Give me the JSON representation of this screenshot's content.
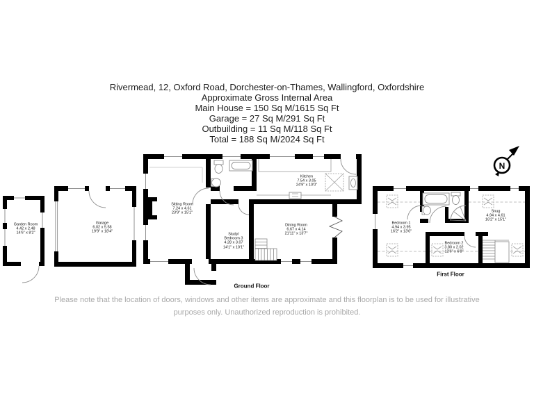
{
  "header": {
    "address": "Rivermead, 12, Oxford Road, Dorchester-on-Thames, Wallingford, Oxfordshire",
    "area_title": "Approximate Gross Internal Area",
    "main_house": "Main House = 150 Sq M/1615 Sq Ft",
    "garage": "Garage = 27 Sq M/291 Sq Ft",
    "outbuilding": "Outbuilding = 11 Sq M/118 Sq Ft",
    "total": "Total = 188 Sq M/2024 Sq Ft"
  },
  "compass": {
    "letter": "N"
  },
  "captions": {
    "ground_floor": "Ground Floor",
    "first_floor": "First Floor"
  },
  "rooms": {
    "garden_room": {
      "name": "Garden Room",
      "metric": "4.42 x 2.48",
      "imperial": "14'6\" x 8'2\""
    },
    "garage": {
      "name": "Garage",
      "metric": "6.02 x 5.58",
      "imperial": "19'9\" x 18'4\""
    },
    "sitting_room": {
      "name": "Sitting Room",
      "metric": "7.24 x 4.61",
      "imperial": "23'9\" x 15'1\""
    },
    "kitchen": {
      "name": "Kitchen",
      "metric": "7.54 x 3.05",
      "imperial": "24'9\" x 10'0\""
    },
    "study_bedroom3": {
      "name": "Study/",
      "name2": "Bedroom 3",
      "metric": "4.28 x 3.07",
      "imperial": "14'1\" x 10'1\""
    },
    "dining_room": {
      "name": "Dining Room",
      "metric": "6.67 x 4.14",
      "imperial": "21'11\" x 13'7\""
    },
    "bedroom1": {
      "name": "Bedroom 1",
      "metric": "4.94 x 3.95",
      "imperial": "16'2\" x 13'0\""
    },
    "snug": {
      "name": "Snug",
      "metric": "4.94 x 4.61",
      "imperial": "16'2\" x 15'1\""
    },
    "bedroom2": {
      "name": "Bedroom 2",
      "metric": "3.80 x 2.02",
      "imperial": "12'6\" x 6'8\""
    }
  },
  "footer": {
    "line1": "Please note that the location of doors, windows and other items are approximate and this floorplan is to be used for illustrative",
    "line2": "purposes only. Unauthorized reproduction is prohibited."
  },
  "colors": {
    "wall": "#000000",
    "thin_line": "#8f8f8f",
    "footer_text": "#a9a9a9"
  }
}
